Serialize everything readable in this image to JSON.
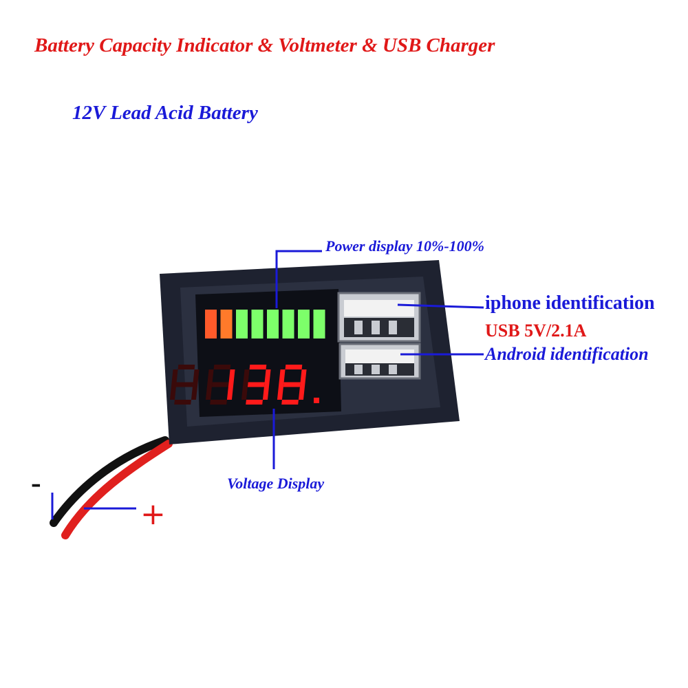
{
  "title": "Battery Capacity Indicator & Voltmeter & USB Charger",
  "subtitle": "12V Lead Acid Battery",
  "labels": {
    "power_display": "Power display 10%-100%",
    "iphone": "iphone identification",
    "usb_rating": "USB 5V/2.1A",
    "android": "Android  identification",
    "voltage_display": "Voltage Display",
    "negative": "-",
    "positive": "+"
  },
  "device": {
    "reading": "13.8",
    "bar_colors": [
      "#ff5a2a",
      "#ff7a2a",
      "#7dff6a",
      "#7dff6a",
      "#7dff6a",
      "#7dff6a",
      "#7dff6a",
      "#7dff6a"
    ],
    "digit_color": "#ff1a1a",
    "bezel_color": "#1e2230",
    "usb_port_count": 2
  },
  "colors": {
    "annotation_blue": "#1a1ad8",
    "annotation_red": "#e01818"
  }
}
